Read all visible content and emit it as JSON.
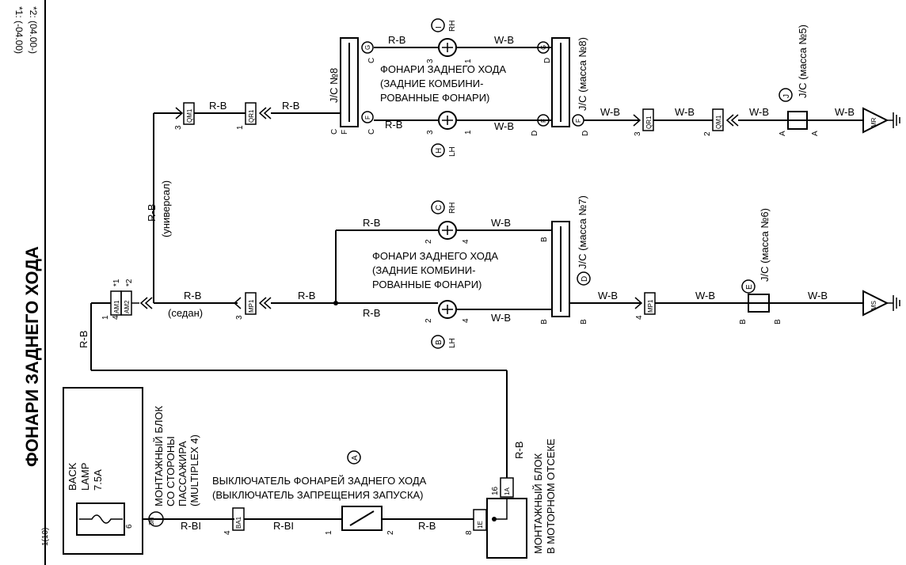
{
  "title": "ФОНАРИ ЗАДНЕГО ХОДА",
  "notes": [
    "*1: (-04.00)",
    "*2: (04.00-)"
  ],
  "fuse": {
    "name": "BACK",
    "name2": "LAMP",
    "rating": "7.5A",
    "pin": "6",
    "id": "1(10)"
  },
  "passenger_block": {
    "line1": "МОНТАЖНЫЙ БЛОК",
    "line2": "СО СТОРОНЫ",
    "line3": "ПАССАЖИРА",
    "line4": "(MULTIPLEX 4)",
    "connector": "3H"
  },
  "switch": {
    "letter": "A",
    "line1": "ВЫКЛЮЧАТЕЛЬ ФОНАРЕЙ ЗАДНЕГО ХОДА",
    "line2": "(ВЫКЛЮЧАТЕЛЬ ЗАПРЕЩЕНИЯ ЗАПУСКА)",
    "pin_in": "1",
    "pin_out": "2"
  },
  "engine_block": {
    "line1": "МОНТАЖНЫЙ БЛОК",
    "line2": "В МОТОРНОМ ОТСЕКЕ",
    "conn_in": "1E",
    "conn_out": "1A",
    "pin_in": "8",
    "pin_out": "16"
  },
  "connectors": {
    "ba1": "BA1",
    "ba1_pin": "4",
    "am1": "AM1",
    "am2": "AM2",
    "am_pin1": "1",
    "am_pin2": "4",
    "am_note1": "*1",
    "am_note2": "*2",
    "mp1": "MP1",
    "mp1_pin": "3",
    "qm1": "QM1",
    "qm1_pin": "3",
    "qr1": "QR1",
    "qr1_pin": "1",
    "qr1_right": "QR1",
    "qr1_right_pin": "3",
    "qm1_right": "QM1",
    "qm1_right_pin": "2",
    "mp1_right": "MP1",
    "mp1_right_pin": "4"
  },
  "wires": {
    "r_bl": "R-BI",
    "r_b": "R-B",
    "w_b": "W-B",
    "sedan": "(седан)",
    "wagon": "(универсал)"
  },
  "junctions": {
    "jc8": "J/C №8",
    "jc8_mass": "J/C (масса №8)",
    "jc5": "J/C (масса №5)",
    "jc7": "J/C (масса №7)",
    "jc6": "J/C (масса №6)"
  },
  "jc_pins": {
    "c": "C",
    "f": "F",
    "g": "G",
    "d": "D",
    "a": "A",
    "b": "B"
  },
  "lamps": {
    "upper_rh": {
      "letter": "I",
      "side": "RH",
      "pin_l": "3",
      "pin_r": "1"
    },
    "upper_lh": {
      "letter": "H",
      "side": "LH",
      "pin_l": "3",
      "pin_r": "1"
    },
    "lower_rh": {
      "letter": "C",
      "side": "RH",
      "pin_l": "2",
      "pin_r": "4"
    },
    "lower_lh": {
      "letter": "B",
      "side": "LH",
      "pin_l": "2",
      "pin_r": "4"
    },
    "upper_desc1": "ФОНАРИ ЗАДНЕГО ХОДА",
    "upper_desc2": "(ЗАДНИЕ КОМБИНИ-",
    "upper_desc3": "РОВАННЫЕ ФОНАРИ)",
    "lower_desc1": "ФОНАРИ ЗАДНЕГО ХОДА",
    "lower_desc2": "(ЗАДНИЕ КОМБИНИ-",
    "lower_desc3": "РОВАННЫЕ ФОНАРИ)"
  },
  "grounds": {
    "upper": "MR",
    "lower": "MS",
    "upper_jc_letter": "J",
    "upper_jc_letter2": "G",
    "lower_jc_letter": "D",
    "lower_jc_letter2": "E"
  }
}
